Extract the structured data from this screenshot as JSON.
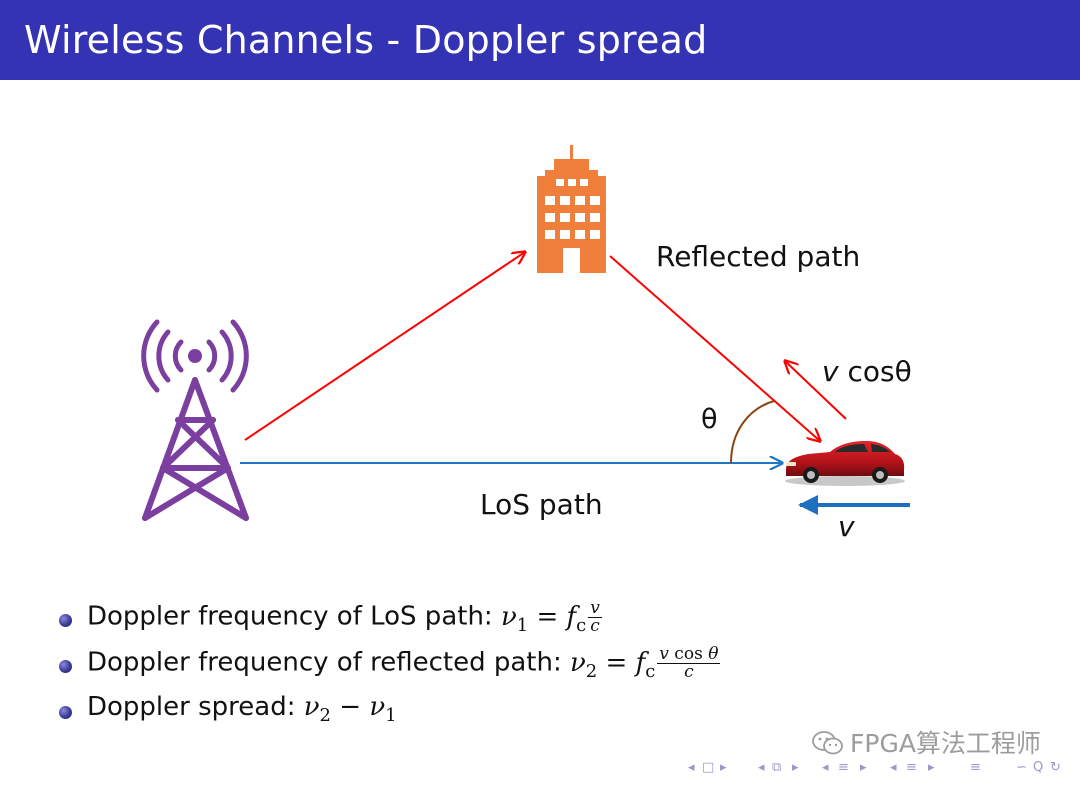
{
  "slide": {
    "title": "Wireless Channels - Doppler spread"
  },
  "diagram": {
    "labels": {
      "reflected_path": "Reflected path",
      "los_path": "LoS path",
      "v": "v",
      "cos_theta": " cosθ",
      "theta": "θ"
    },
    "icons": {
      "tower": "radio-tower-icon",
      "building": "building-icon",
      "car": "car-icon"
    },
    "colors": {
      "reflected_arrows": "#ff0000",
      "los_arrow": "#1f77c4",
      "velocity_arrow": "#1f6fbf",
      "tower": "#7b3fa0",
      "building": "#ef7f3a",
      "car": "#c0141b",
      "angle_arc": "#8b4513"
    }
  },
  "bullets": [
    {
      "text": "Doppler frequency of LoS path: ",
      "math": {
        "lhs": "ν",
        "lhs_sub": "1",
        "eq": " = ",
        "f": "f",
        "f_sub": "c",
        "num": "v",
        "den": "c"
      }
    },
    {
      "text": "Doppler frequency of reflected path: ",
      "math": {
        "lhs": "ν",
        "lhs_sub": "2",
        "eq": " = ",
        "f": "f",
        "f_sub": "c",
        "num_v": "v",
        "num_cos": " cos ",
        "num_theta": "θ",
        "den": "c"
      }
    },
    {
      "text": "Doppler spread: ",
      "math": {
        "a": "ν",
        "a_sub": "2",
        "minus": " − ",
        "b": "ν",
        "b_sub": "1"
      }
    }
  ],
  "watermark": {
    "text": "FPGA算法工程师",
    "icon": "wechat-icon"
  },
  "navigation": {
    "symbols": [
      "◂",
      "□",
      "▸",
      "◂",
      "⧉",
      "▸",
      "◂",
      "≡",
      "▸",
      "◂",
      "≡",
      "▸",
      "≡",
      "∽",
      "Q",
      "↻"
    ]
  }
}
